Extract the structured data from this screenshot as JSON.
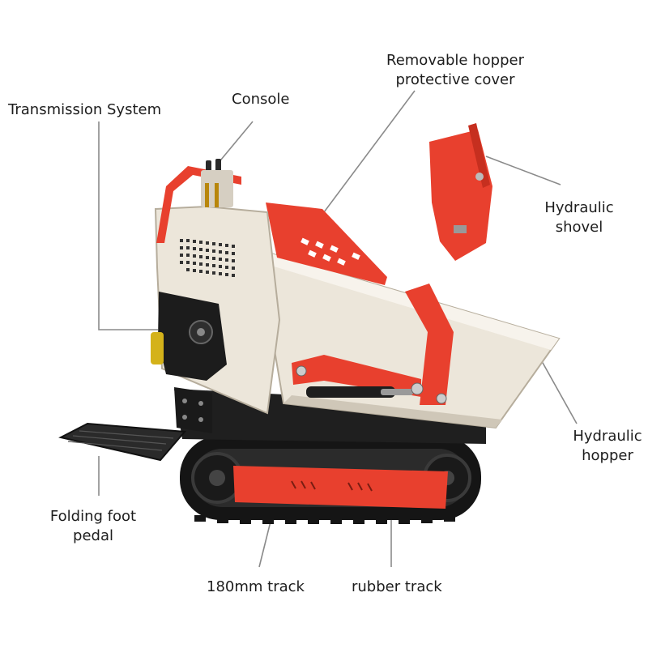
{
  "labels": {
    "transmission": "Transmission System",
    "console": "Console",
    "hopper_cover_line1": "Removable hopper",
    "hopper_cover_line2": "protective cover",
    "shovel_line1": "Hydraulic",
    "shovel_line2": "shovel",
    "hopper_line1": "Hydraulic",
    "hopper_line2": "hopper",
    "pedal_line1": "Folding foot",
    "pedal_line2": "pedal",
    "track_180": "180mm track",
    "rubber_track": "rubber track"
  },
  "colors": {
    "body_white": "#ece6da",
    "accent_red": "#e8402e",
    "engine_black": "#1c1c1c",
    "track_black": "#151515",
    "leader_line": "#8a8a8a"
  }
}
